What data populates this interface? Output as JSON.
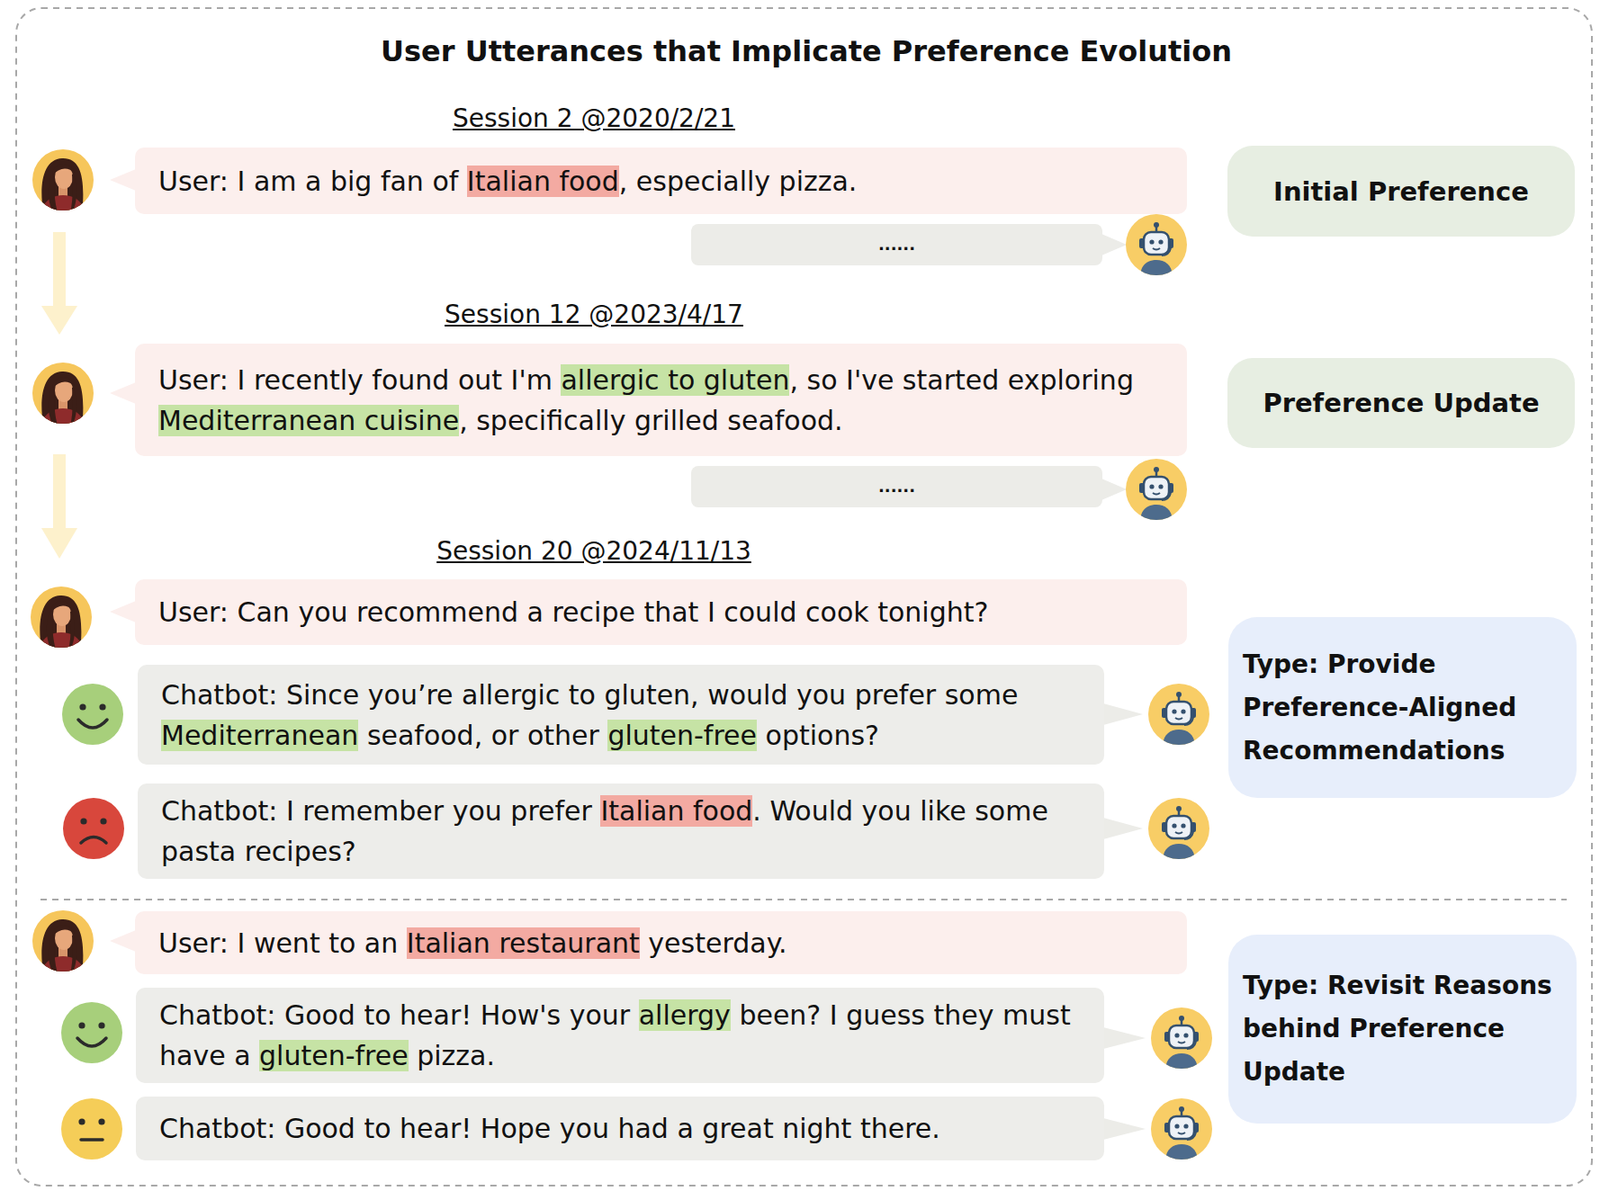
{
  "diagram": {
    "title": "User Utterances that Implicate Preference Evolution",
    "nodes": [
      {
        "text": [
          "User: I am a big fan of Italian food, especially pizza."
        ]
      },
      {
        "text": [
          "Initial Preference"
        ]
      },
      {
        "text": [
          "......"
        ]
      },
      {
        "text": [
          "User: I recently found out I'm allergic to gluten, so I've started exploring Mediterranean cuisine, specifically grilled seafood."
        ]
      },
      {
        "text": [
          "Preference Update"
        ]
      },
      {
        "text": [
          "......"
        ]
      },
      {
        "text": [
          "User: Can you recommend a recipe that I could cook tonight?"
        ]
      },
      {
        "text": [
          "Type: Provide Preference-Aligned Recommendations"
        ]
      },
      {
        "text": [
          "Chatbot: Since you’re allergic to gluten, would you prefer some Mediterranean seafood, or other gluten-free options?"
        ]
      },
      {
        "text": [
          "Chatbot: I remember you prefer Italian food. Would you like some pasta recipes?"
        ]
      },
      {
        "text": [
          "User: I went to an Italian restaurant yesterday."
        ]
      },
      {
        "text": [
          "Type: Revisit Reasons behind Preference Update"
        ]
      },
      {
        "text": [
          "Chatbot: Good to hear! How's your allergy been? I guess they must have a gluten-free pizza."
        ]
      },
      {
        "text": [
          "Chatbot: Good to hear! Hope you had a great night there."
        ]
      }
    ],
    "labels": [
      "Session 2 @2020/2/21",
      "Session 12 @2023/4/17",
      "Session 20 @2024/11/13"
    ]
  }
}
